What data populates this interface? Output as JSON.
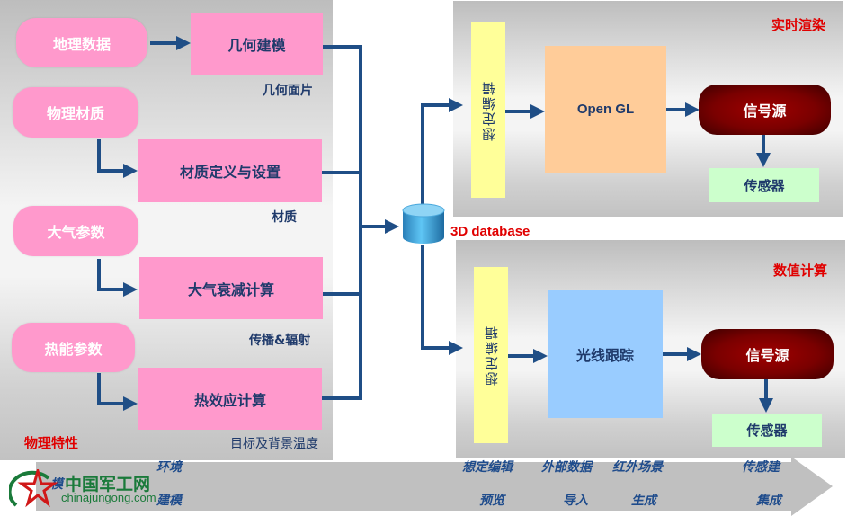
{
  "colors": {
    "pink": "#ff99cc",
    "line": "#1f4e86",
    "label_blue": "#1f3a6b",
    "red_label": "#e00000",
    "yellow": "#ffff99",
    "orange": "#ffcc99",
    "blue_box": "#99ccff",
    "sensor_green": "#ccffcc",
    "signal_dark_red": "#7a0000"
  },
  "left_panel": {
    "title": "物理特性",
    "inputs": [
      {
        "label": "地理数据"
      },
      {
        "label": "物理材质"
      },
      {
        "label": "大气参数"
      },
      {
        "label": "热能参数"
      }
    ],
    "processes": [
      {
        "label": "几何建模",
        "output": "几何面片"
      },
      {
        "label": "材质定义与设置",
        "output": "材质"
      },
      {
        "label": "大气衰减计算",
        "output": "传播&辐射"
      },
      {
        "label": "热效应计算",
        "output": "目标及背景温度"
      }
    ]
  },
  "database": {
    "label": "3D database"
  },
  "realtime_panel": {
    "title": "实时渲染",
    "editor": "想定编辑",
    "engine": "Open GL",
    "signal": "信号源",
    "sensor": "传感器"
  },
  "numeric_panel": {
    "title": "数值计算",
    "editor": "想定编辑",
    "engine": "光线跟踪",
    "signal": "信号源",
    "sensor": "传感器"
  },
  "process_arrow": {
    "stages": [
      {
        "line1": "环境",
        "line2": "建模"
      },
      {
        "line1": "想定编辑",
        "line2": "预览"
      },
      {
        "line1": "外部数据",
        "line2": "导入"
      },
      {
        "line1": "红外场景",
        "line2": "生成"
      },
      {
        "line1": "传感建",
        "line2": "集成"
      }
    ],
    "partial_char": "模"
  },
  "watermark": {
    "site_name": "中国军工网",
    "domain": "chinajungong.com"
  }
}
